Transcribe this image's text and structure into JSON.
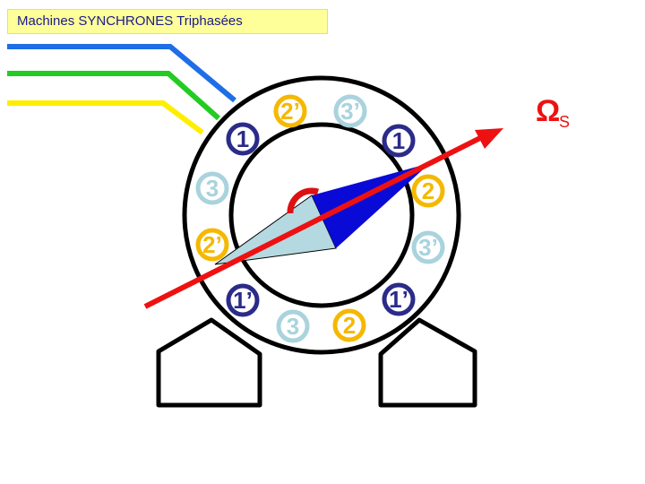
{
  "header": {
    "title": "Machines SYNCHRONES Triphasées"
  },
  "speed_symbol": {
    "omega": "Ω",
    "subscript": "S"
  },
  "colors": {
    "phase1": "#2b2b8a",
    "phase2": "#f5b800",
    "phase3": "#a9d3dd",
    "wire_blue": "#1e6ee6",
    "wire_green": "#22cc22",
    "wire_yellow": "#ffee00",
    "field_arrow": "#ee1111",
    "rotor_dark": "#0a0ad6",
    "rotor_light": "#b5d9e0",
    "omega": "#ee1111"
  },
  "slots": [
    {
      "label": "1"
    },
    {
      "label": "2’"
    },
    {
      "label": "3’"
    },
    {
      "label": "1"
    },
    {
      "label": "3"
    },
    {
      "label": "2"
    },
    {
      "label": "2’"
    },
    {
      "label": "3’"
    },
    {
      "label": "1’"
    },
    {
      "label": "3"
    },
    {
      "label": "2"
    },
    {
      "label": "1’"
    }
  ]
}
